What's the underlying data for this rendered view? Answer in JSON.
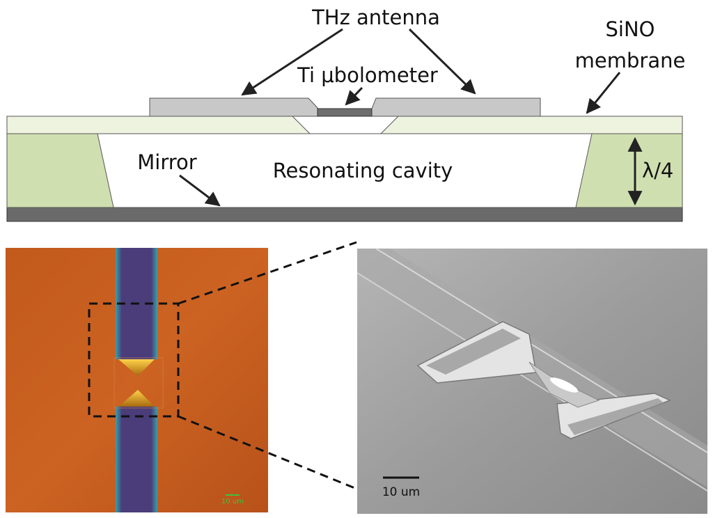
{
  "labels": {
    "thz_antenna": "THz antenna",
    "ti_bolometer": "Ti μbolometer",
    "sino_line1": "SiNO",
    "sino_line2": "membrane",
    "mirror": "Mirror",
    "cavity": "Resonating cavity",
    "lambda": "λ/4"
  },
  "scale_bars": {
    "optical": "10 um",
    "sem": "10 um"
  },
  "colors": {
    "membrane": "#eef3df",
    "substrate": "#cfdfb0",
    "antenna": "#c8c8c8",
    "bolometer": "#6e6e6e",
    "mirror": "#6a6a6a",
    "optical_bg": "#c25a1c",
    "optical_strip": "#5a3a6a",
    "sem_bg": "#9a9a9a"
  }
}
